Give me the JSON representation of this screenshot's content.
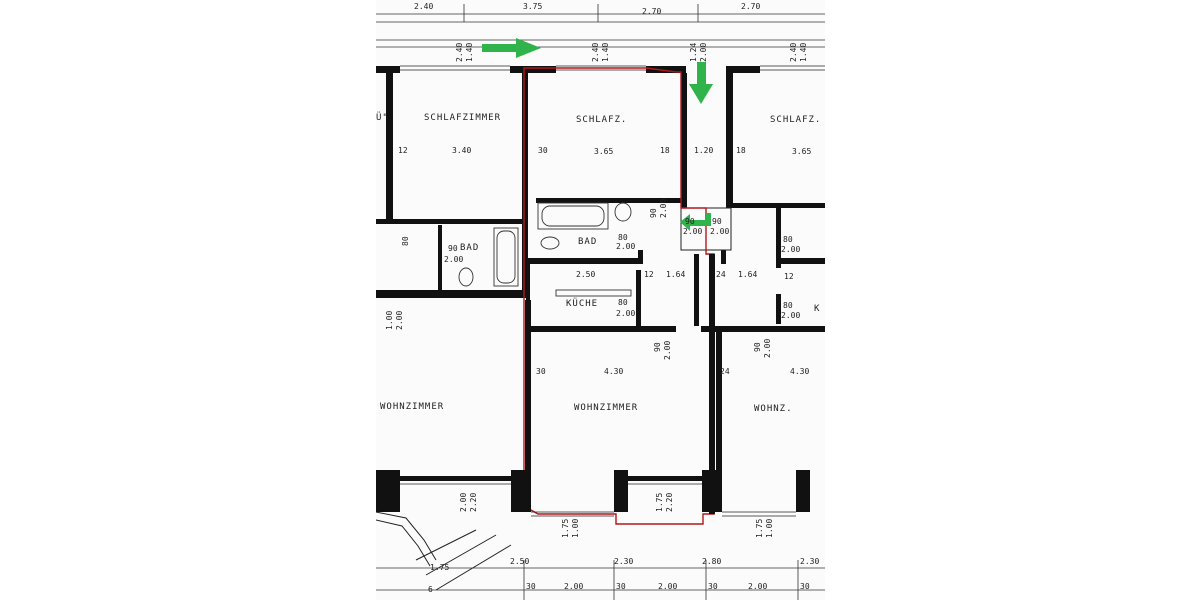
{
  "rooms": {
    "schlafzimmer_left": "SCHLAFZIMMER",
    "schlafz_center": "SCHLAFZ.",
    "schlafz_right": "SCHLAFZ.",
    "bad_left": "BAD",
    "bad_center": "BAD",
    "kueche": "KÜCHE",
    "wohnzimmer_left": "WOHNZIMMER",
    "wohnzimmer_center": "WOHNZIMMER",
    "wohnz_right": "WOHNZ.",
    "k_cut": "K",
    "cut_left": "Ü\""
  },
  "top_dims": [
    "2.40",
    "3.75",
    "2.70",
    "2.70"
  ],
  "window_dims": {
    "w1": [
      "2.40",
      "1.40"
    ],
    "w2": [
      "2.40",
      "1.40"
    ],
    "w3": [
      "1.24",
      "2.00"
    ],
    "w4": [
      "2.40",
      "1.40"
    ]
  },
  "row_dims_upper": [
    "12",
    "3.40",
    "30",
    "3.65",
    "18",
    "1.20",
    "18",
    "3.65"
  ],
  "bath_dims": {
    "left_door": [
      "80",
      "2.00"
    ],
    "left_90": "90",
    "center_80": "80",
    "center_200": "2.00",
    "hall_90a": "90",
    "hall_90b": "90",
    "hall_200a": "2.00",
    "hall_200b": "2.00",
    "stair_90": "90",
    "stair_200": "2.00",
    "right_80": "80",
    "right_200": "2.00"
  },
  "row_dims_mid": [
    "2.50",
    "12",
    "1.64",
    "24",
    "1.64",
    "12"
  ],
  "kitchen_dims": {
    "door": "80",
    "h": "2.00"
  },
  "left_vert_dims": [
    "1.00",
    "2.00"
  ],
  "hall_vert_dims": [
    "90",
    "2.00"
  ],
  "right_vert_dims": [
    "90",
    "2.00"
  ],
  "right_kitchen_dims": [
    "80",
    "2.00"
  ],
  "row_dims_living": [
    "30",
    "4.30",
    "24",
    "4.30"
  ],
  "window_vert": {
    "left": [
      "2.00",
      "2.20"
    ],
    "center_a": [
      "1.75",
      "1.00"
    ],
    "center_b": [
      "1.75",
      "2.20"
    ],
    "right": [
      "1.75",
      "1.00"
    ]
  },
  "bottom_dims": [
    "1.75",
    "2.50",
    "2.30",
    "2.80",
    "2.30"
  ],
  "bottom_row": [
    "30",
    "2.00",
    "30",
    "2.00",
    "30",
    "2.00",
    "30"
  ],
  "corner_6": "6",
  "colors": {
    "ink": "#111111",
    "highlight": "#b0181c",
    "arrow": "#2fb34a",
    "paper": "#fbfbfb"
  }
}
